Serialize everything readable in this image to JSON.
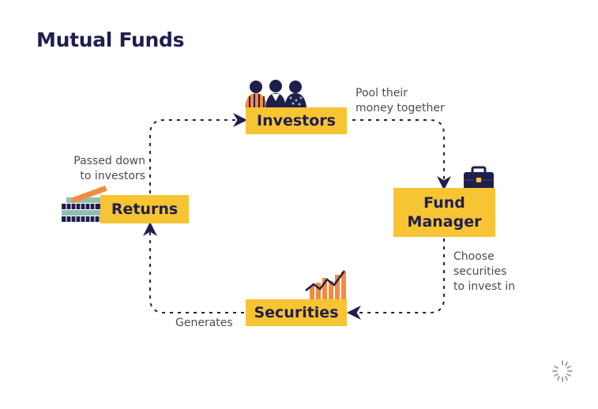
{
  "title": "Mutual Funds",
  "nodes": {
    "investors": "Investors",
    "fund_manager_line1": "Fund",
    "fund_manager_line2": "Manager",
    "securities": "Securities",
    "returns": "Returns"
  },
  "edges": {
    "pool_line1": "Pool their",
    "pool_line2": "money together",
    "choose_line1": "Choose",
    "choose_line2": "securities",
    "choose_line3": "to invest in",
    "generates": "Generates",
    "passed_line1": "Passed down",
    "passed_line2": "to investors"
  },
  "colors": {
    "box": "#f7c433",
    "navy": "#1f1f4d",
    "orange": "#f28c3b",
    "teal": "#8fbfb5"
  },
  "icons": [
    "people-icon",
    "briefcase-icon",
    "chart-icon",
    "coin-stack-icon",
    "loading-spinner-icon"
  ]
}
